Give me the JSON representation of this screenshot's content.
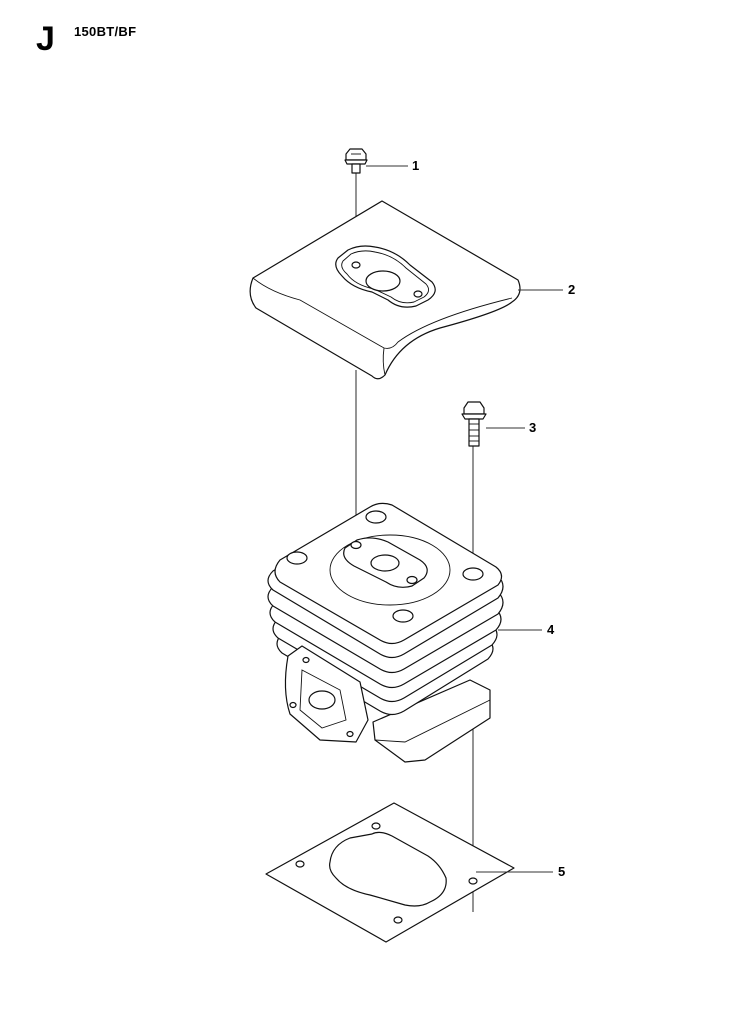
{
  "header": {
    "section_letter": "J",
    "model": "150BT/BF"
  },
  "callouts": [
    {
      "number": "1",
      "part": "screw"
    },
    {
      "number": "2",
      "part": "cylinder-cover"
    },
    {
      "number": "3",
      "part": "bolt"
    },
    {
      "number": "4",
      "part": "cylinder"
    },
    {
      "number": "5",
      "part": "gasket"
    }
  ]
}
